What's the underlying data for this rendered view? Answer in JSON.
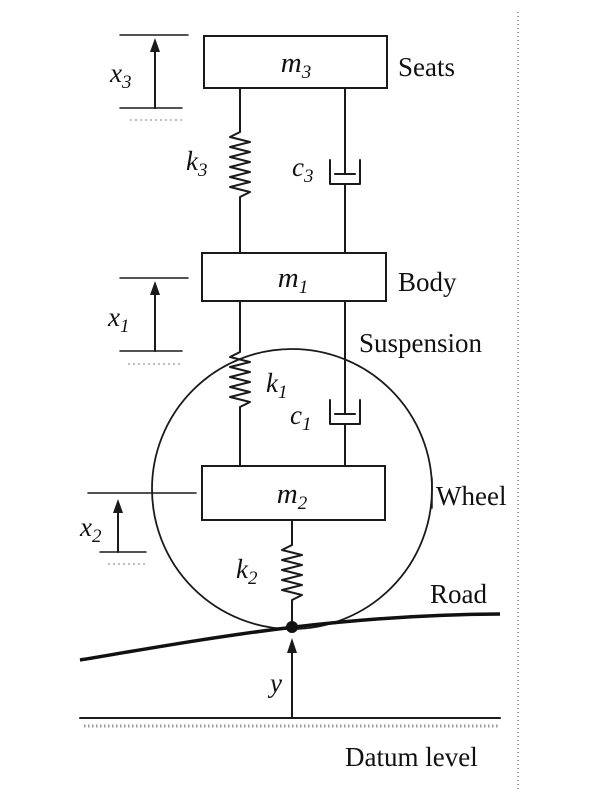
{
  "masses": {
    "seats": {
      "symbol": "m",
      "sub": "3",
      "label": "Seats"
    },
    "body": {
      "symbol": "m",
      "sub": "1",
      "label": "Body"
    },
    "wheel": {
      "symbol": "m",
      "sub": "2",
      "label": "Wheel"
    }
  },
  "springs": {
    "k3": {
      "symbol": "k",
      "sub": "3"
    },
    "k1": {
      "symbol": "k",
      "sub": "1"
    },
    "k2": {
      "symbol": "k",
      "sub": "2"
    }
  },
  "dampers": {
    "c3": {
      "symbol": "c",
      "sub": "3"
    },
    "c1": {
      "symbol": "c",
      "sub": "1"
    }
  },
  "displacements": {
    "x3": {
      "symbol": "x",
      "sub": "3"
    },
    "x1": {
      "symbol": "x",
      "sub": "1"
    },
    "x2": {
      "symbol": "x",
      "sub": "2"
    },
    "y": {
      "symbol": "y"
    }
  },
  "labels": {
    "suspension": "Suspension",
    "road": "Road",
    "datum": "Datum level"
  }
}
